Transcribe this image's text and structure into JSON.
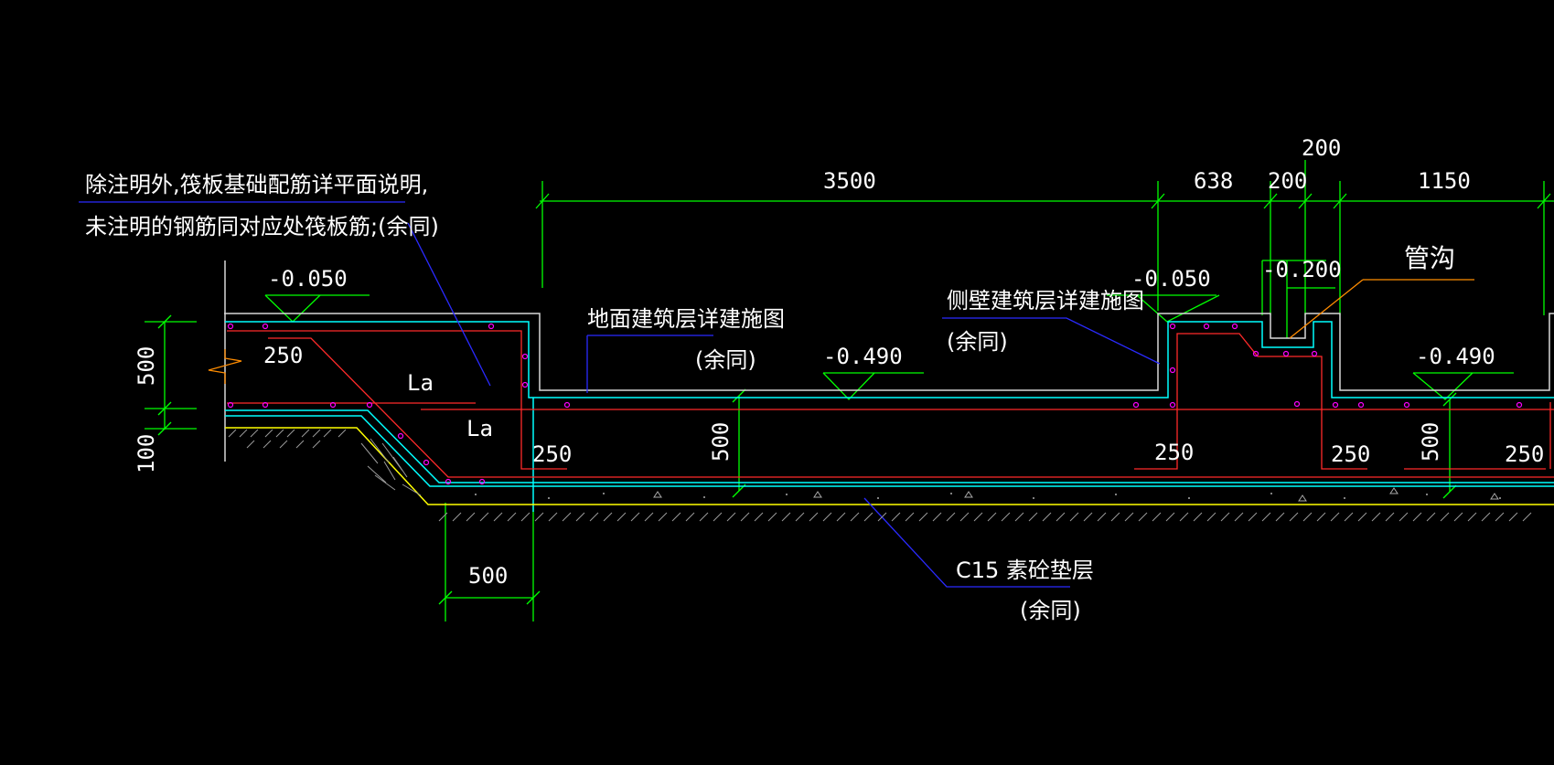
{
  "notes": {
    "general_line1": "除注明外,筏板基础配筋详平面说明,",
    "general_line2": "未注明的钢筋同对应处筏板筋;(余同)",
    "floor": "地面建筑层详建施图",
    "floor_same": "(余同)",
    "sidewall": "侧壁建筑层详建施图",
    "sidewall_same": "(余同)",
    "trench": "管沟",
    "cushion": "C15  素砼垫层",
    "cushion_same": "(余同)"
  },
  "elevations": {
    "left_top": "-0.050",
    "pit_floor": "-0.490",
    "mid_top": "-0.050",
    "trench_bottom": "-0.200",
    "right_floor": "-0.490"
  },
  "dimensions": {
    "span_3500": "3500",
    "span_638": "638",
    "span_200a": "200",
    "span_200b": "200",
    "span_1150": "1150",
    "left_500": "500",
    "left_100": "100",
    "wall_250_left": "250",
    "anchor_la_1": "La",
    "anchor_la_2": "La",
    "wall_250_a": "250",
    "pit_500": "500",
    "wall_250_b": "250",
    "wall_250_c": "250",
    "pit_500_right": "500",
    "wall_250_d": "250",
    "bottom_500": "500"
  },
  "colors": {
    "background": "#000000",
    "dimension": "#00ff00",
    "rebar": "#ff0000",
    "outline": "#ffffff",
    "finish": "#00ffff",
    "leader": "#0000ff",
    "rebar_dot": "#ff00ff",
    "ground": "#ffff00",
    "trench_leader": "#ff8c00"
  }
}
